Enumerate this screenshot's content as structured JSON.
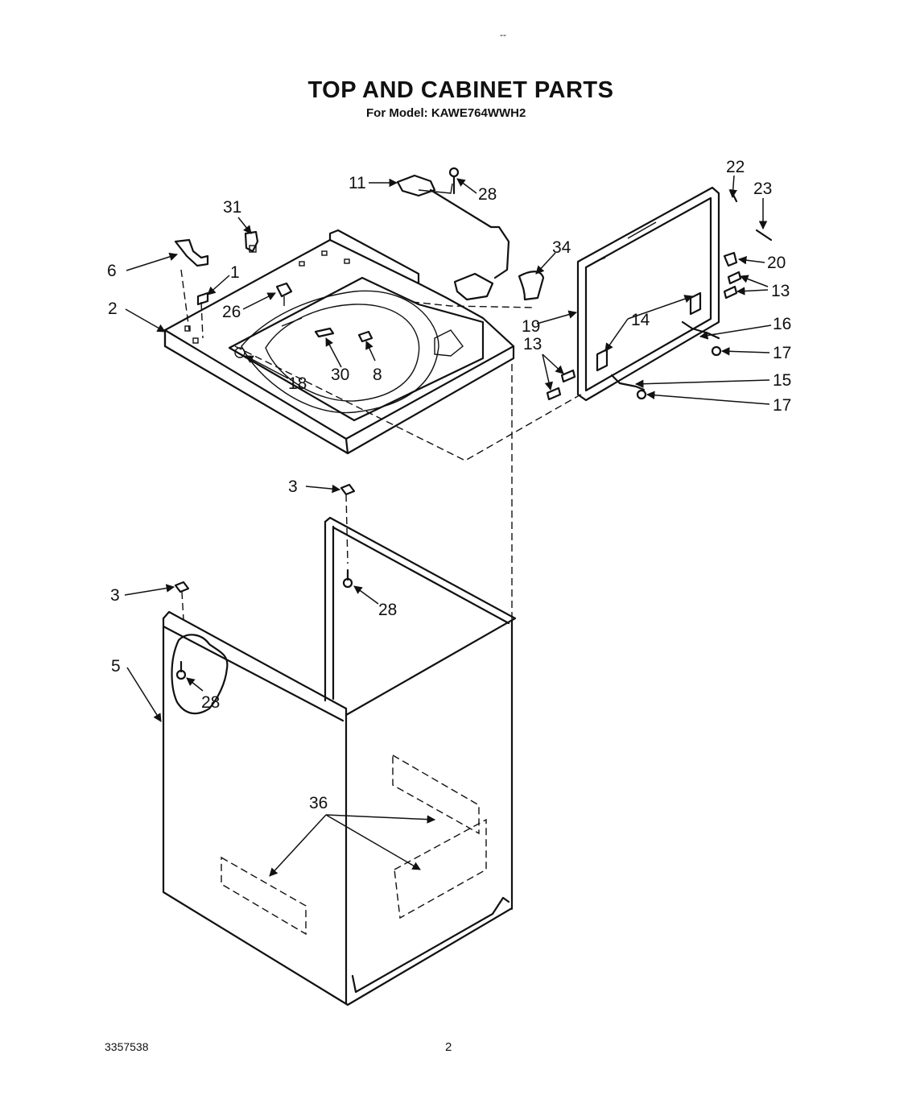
{
  "header": {
    "title": "TOP AND CABINET PARTS",
    "model_line": "For Model: KAWE764WWH2",
    "top_mark": "--"
  },
  "footer": {
    "doc_number": "3357538",
    "page_number": "2"
  },
  "callouts": {
    "c1": "1",
    "c2": "2",
    "c3a": "3",
    "c3b": "3",
    "c5": "5",
    "c6": "6",
    "c8": "8",
    "c11": "11",
    "c13a": "13",
    "c13b": "13",
    "c14": "14",
    "c15": "15",
    "c16": "16",
    "c17a": "17",
    "c17b": "17",
    "c18": "18",
    "c19": "19",
    "c20": "20",
    "c22": "22",
    "c23": "23",
    "c26": "26",
    "c28a": "28",
    "c28b": "28",
    "c28c": "28",
    "c30": "30",
    "c31": "31",
    "c34": "34",
    "c36": "36"
  }
}
